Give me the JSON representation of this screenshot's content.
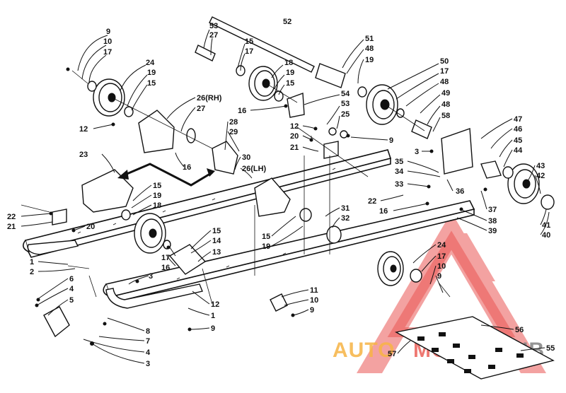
{
  "watermark": {
    "auto": "AUTO",
    "moto": "MOTO",
    "hub": "HUB",
    "auto_color": "#f5a623",
    "moto_color": "#e8453c",
    "hub_color": "#6b6b6b",
    "triangle_color": "#e53935"
  },
  "labels": {
    "l53a": "53",
    "l27a": "27",
    "l52": "52",
    "l51": "51",
    "l48a": "48",
    "l19a": "19",
    "l9a": "9",
    "l10a": "10",
    "l17a": "17",
    "l15a": "15",
    "l17b": "17",
    "l24a": "24",
    "l19b": "19",
    "l15b": "15",
    "l18a": "18",
    "l19c": "19",
    "l15c": "15",
    "l50": "50",
    "l17c": "17",
    "l48b": "48",
    "l49": "49",
    "l48c": "48",
    "l58": "58",
    "l54": "54",
    "l53b": "53",
    "l25": "25",
    "l16a": "16",
    "l12a": "12",
    "l26rh": "26(RH)",
    "l27b": "27",
    "l28": "28",
    "l29": "29",
    "l12b": "12",
    "l20a": "20",
    "l21a": "21",
    "l9b": "9",
    "l47": "47",
    "l46": "46",
    "l45": "45",
    "l44": "44",
    "l43": "43",
    "l42": "42",
    "l3a": "3",
    "l23": "23",
    "l16b": "16",
    "l30": "30",
    "l26lh": "26(LH)",
    "l35": "35",
    "l34": "34",
    "l33": "33",
    "l36": "36",
    "l22a": "22",
    "l16c": "16",
    "l37": "37",
    "l38": "38",
    "l39": "39",
    "l41": "41",
    "l40": "40",
    "l15d": "15",
    "l19d": "19",
    "l18b": "18",
    "l22b": "22",
    "l21b": "21",
    "l20b": "20",
    "l31": "31",
    "l32": "32",
    "l15e": "15",
    "l19e": "19",
    "l15f": "15",
    "l14": "14",
    "l13": "13",
    "l17d": "17",
    "l16d": "16",
    "l3b": "3",
    "l24b": "24",
    "l17e": "17",
    "l10b": "10",
    "l9c": "9",
    "l1a": "1",
    "l2": "2",
    "l6": "6",
    "l4a": "4",
    "l5": "5",
    "l11": "11",
    "l10c": "10",
    "l9d": "9",
    "l12c": "12",
    "l1b": "1",
    "l9e": "9",
    "l8": "8",
    "l7": "7",
    "l4b": "4",
    "l3c": "3",
    "l56": "56",
    "l57": "57",
    "l55": "55"
  }
}
